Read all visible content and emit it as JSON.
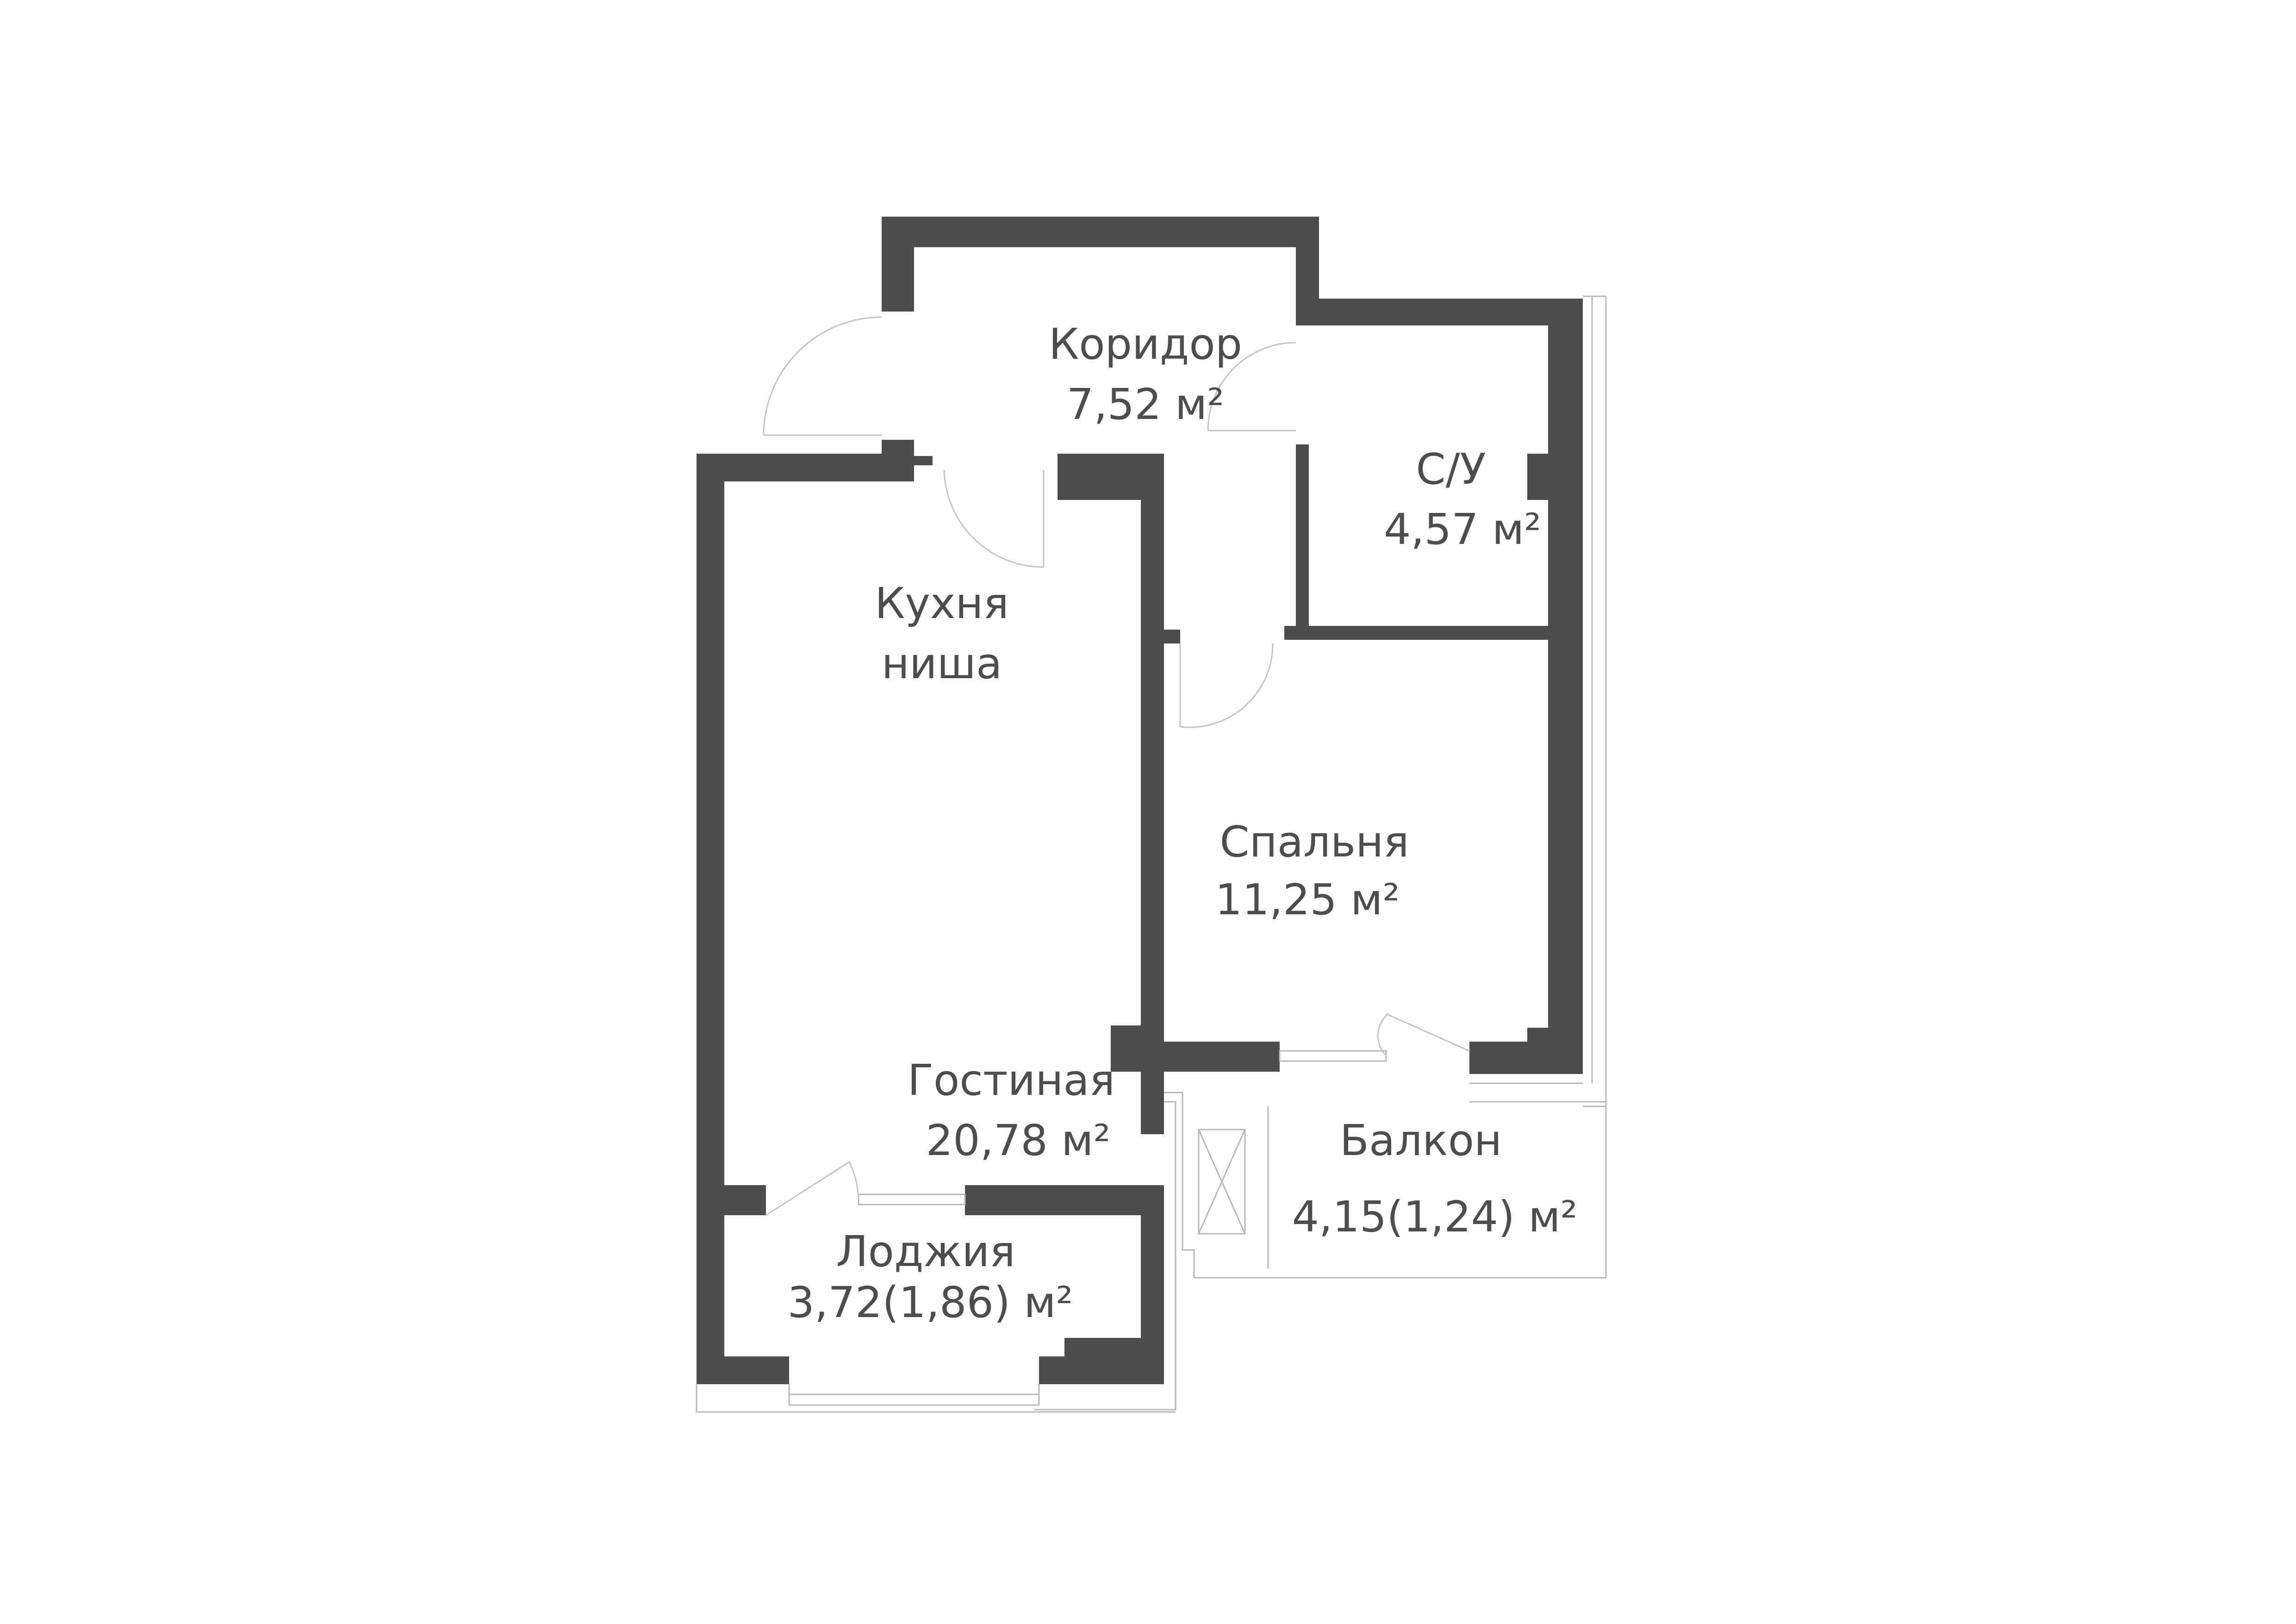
{
  "rooms": [
    {
      "id": "koridor",
      "name": "Коридор",
      "area": "7,52 м²"
    },
    {
      "id": "su",
      "name": "С/У",
      "area": "4,57 м²"
    },
    {
      "id": "kuhnya",
      "name": "Кухня",
      "name2": "ниша"
    },
    {
      "id": "spalnya",
      "name": "Спальня",
      "area": "11,25 м²"
    },
    {
      "id": "gostinaya",
      "name": "Гостиная",
      "area": "20,78 м²"
    },
    {
      "id": "balkon",
      "name": "Балкон",
      "area": "4,15(1,24) м²"
    },
    {
      "id": "lodzhiya",
      "name": "Лоджия",
      "area": "3,72(1,86) м²"
    }
  ],
  "colors": {
    "wall": "#4d4d4f",
    "thin_line": "#b8b8b8",
    "background": "#ffffff"
  }
}
